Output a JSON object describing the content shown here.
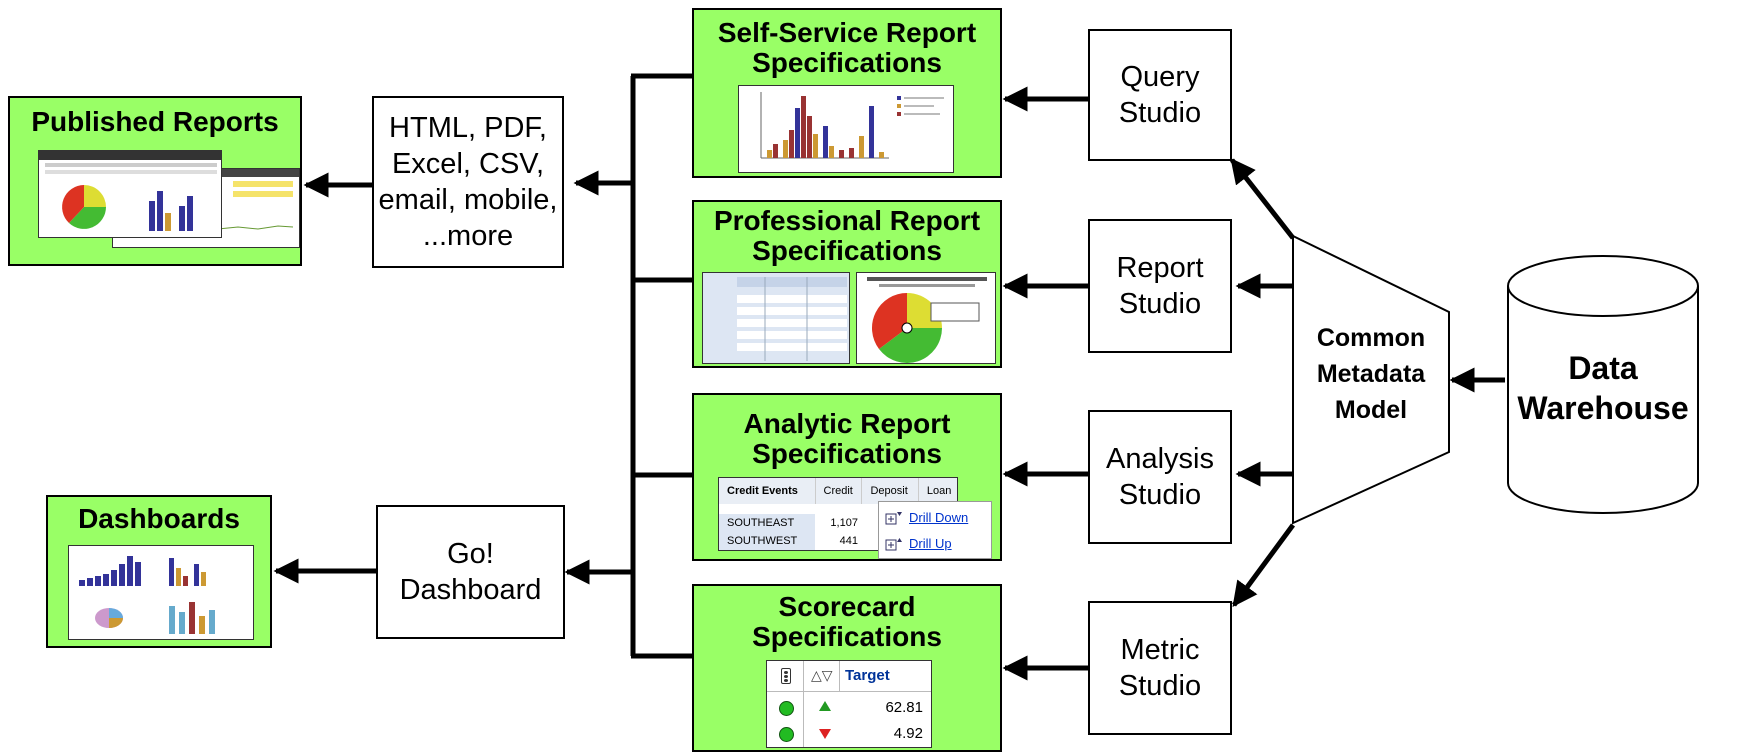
{
  "colors": {
    "green": "#99ff66",
    "line": "#000000",
    "bar_blue": "#333399",
    "bar_red": "#993333",
    "bar_gold": "#cc9933"
  },
  "published": {
    "title": "Published Reports"
  },
  "dashboards": {
    "title": "Dashboards"
  },
  "formats": {
    "line1": "HTML, PDF,",
    "line2": "Excel, CSV,",
    "line3": "email, mobile,",
    "line4": "...more"
  },
  "go_dashboard": {
    "line1": "Go!",
    "line2": "Dashboard"
  },
  "self_service": {
    "line1": "Self-Service Report",
    "line2": "Specifications"
  },
  "professional": {
    "line1": "Professional Report",
    "line2": "Specifications"
  },
  "analytic": {
    "line1": "Analytic Report",
    "line2": "Specifications"
  },
  "scorecard": {
    "line1": "Scorecard",
    "line2": "Specifications"
  },
  "query_studio": {
    "line1": "Query",
    "line2": "Studio"
  },
  "report_studio": {
    "line1": "Report",
    "line2": "Studio"
  },
  "analysis_studio": {
    "line1": "Analysis",
    "line2": "Studio"
  },
  "metric_studio": {
    "line1": "Metric",
    "line2": "Studio"
  },
  "metadata": {
    "line1": "Common",
    "line2": "Metadata",
    "line3": "Model"
  },
  "warehouse": {
    "line1": "Data",
    "line2": "Warehouse"
  },
  "analytic_table": {
    "headers": [
      "Credit Events",
      "Credit",
      "Deposit",
      "Loan"
    ],
    "rows": [
      {
        "region": "SOUTHEAST",
        "credit": "1,107"
      },
      {
        "region": "SOUTHWEST",
        "credit": "441"
      }
    ],
    "menu": {
      "drill_down": "Drill Down",
      "drill_up": "Drill Up"
    }
  },
  "scorecard_table": {
    "header": "Target",
    "rows": [
      {
        "trend": "up",
        "value": "62.81"
      },
      {
        "trend": "down",
        "value": "4.92"
      }
    ]
  }
}
